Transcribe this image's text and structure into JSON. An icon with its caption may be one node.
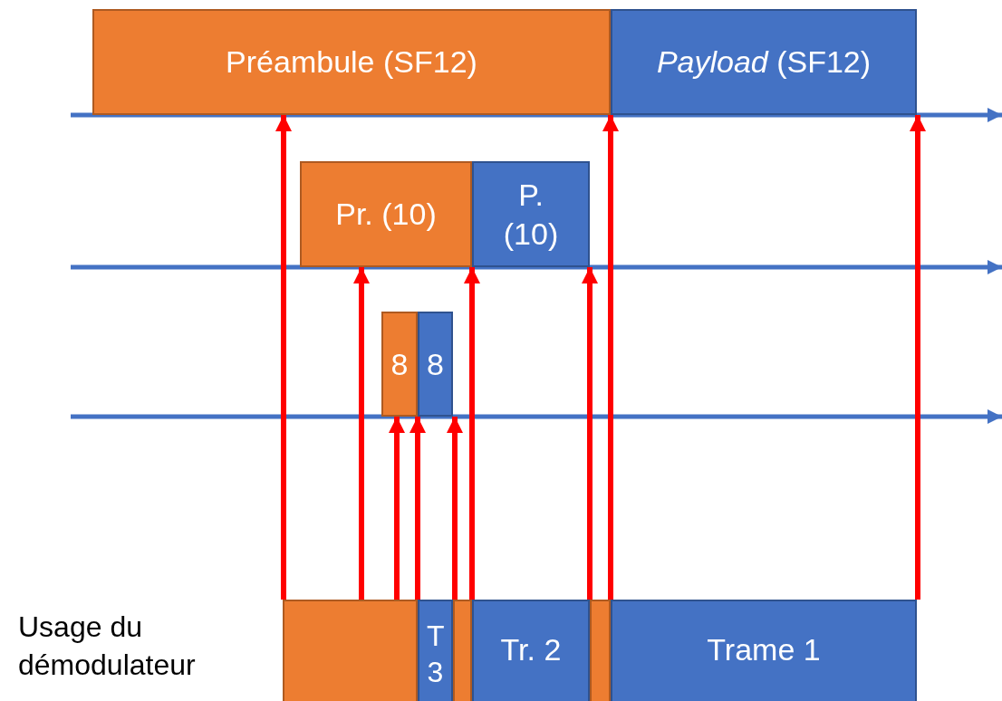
{
  "diagram": {
    "nodes": [
      {
        "text": [
          "Préambule (SF12)"
        ]
      },
      {
        "text": [
          "*Payload* (SF12)"
        ]
      },
      {
        "text": [
          "Pr. (10)"
        ]
      },
      {
        "text": [
          "P. (10)"
        ]
      },
      {
        "text": [
          "8"
        ]
      },
      {
        "text": [
          "8"
        ]
      },
      {
        "text": [],
        "shape": "box"
      },
      {
        "text": [
          "T 3"
        ]
      },
      {
        "text": [],
        "shape": "box"
      },
      {
        "text": [
          "Tr. 2"
        ]
      },
      {
        "text": [],
        "shape": "box"
      },
      {
        "text": [
          "Trame 1"
        ]
      }
    ],
    "edges": [
      {
        "from": 6,
        "to": 0,
        "arrow": "to"
      },
      {
        "from": 6,
        "to": 2,
        "arrow": "to"
      },
      {
        "from": 6,
        "to": 4,
        "arrow": "to"
      },
      {
        "from": 7,
        "to": 5,
        "arrow": "to"
      },
      {
        "from": 8,
        "to": 5,
        "arrow": "to"
      },
      {
        "from": 9,
        "to": 3,
        "arrow": "to"
      },
      {
        "from": 10,
        "to": 3,
        "arrow": "to"
      },
      {
        "from": 11,
        "to": 1,
        "arrow": "to"
      },
      {
        "from": 11,
        "to": 1,
        "arrow": "to"
      }
    ],
    "labels": [
      "Usage du démodulateur"
    ]
  }
}
